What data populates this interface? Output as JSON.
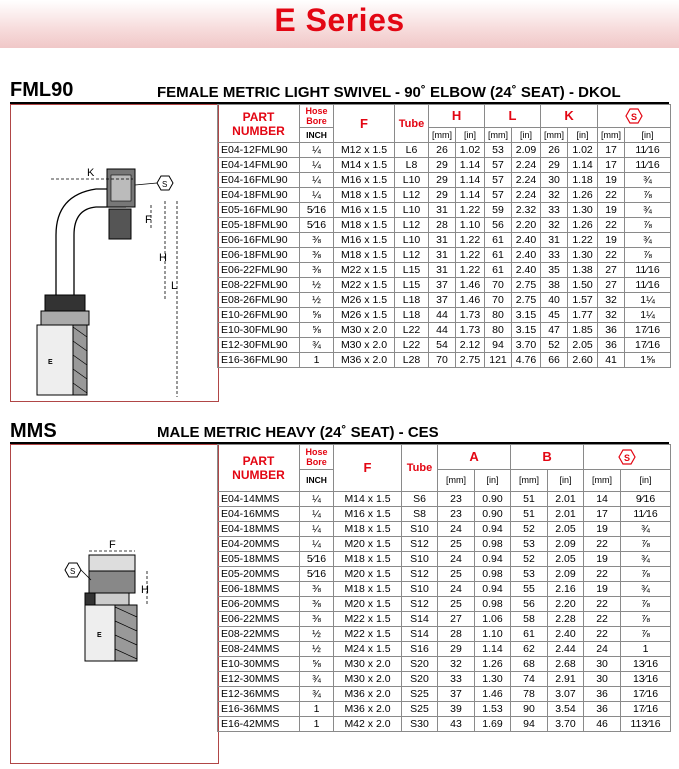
{
  "page": {
    "title": "E Series"
  },
  "fml90": {
    "code": "FML90",
    "description": "FEMALE METRIC LIGHT SWIVEL - 90˚ ELBOW (24˚ SEAT) - DKOL",
    "drawing_labels": {
      "k": "K",
      "f": "F",
      "h": "H",
      "l": "L",
      "hex": "S",
      "logo": "E"
    },
    "headers": {
      "part_number": "PART NUMBER",
      "hose_bore": "Hose Bore",
      "inch": "INCH",
      "f": "F",
      "tube": "Tube",
      "h": "H",
      "l": "L",
      "k": "K",
      "mm": "[mm]",
      "in": "[in]"
    },
    "rows": [
      [
        "E04-12FML90",
        "¼",
        "M12 x 1.5",
        "L6",
        "26",
        "1.02",
        "53",
        "2.09",
        "26",
        "1.02",
        "17",
        "11⁄16"
      ],
      [
        "E04-14FML90",
        "¼",
        "M14 x 1.5",
        "L8",
        "29",
        "1.14",
        "57",
        "2.24",
        "29",
        "1.14",
        "17",
        "11⁄16"
      ],
      [
        "E04-16FML90",
        "¼",
        "M16 x 1.5",
        "L10",
        "29",
        "1.14",
        "57",
        "2.24",
        "30",
        "1.18",
        "19",
        "¾"
      ],
      [
        "E04-18FML90",
        "¼",
        "M18 x 1.5",
        "L12",
        "29",
        "1.14",
        "57",
        "2.24",
        "32",
        "1.26",
        "22",
        "⅞"
      ],
      [
        "E05-16FML90",
        "5⁄16",
        "M16 x 1.5",
        "L10",
        "31",
        "1.22",
        "59",
        "2.32",
        "33",
        "1.30",
        "19",
        "¾"
      ],
      [
        "E05-18FML90",
        "5⁄16",
        "M18 x 1.5",
        "L12",
        "28",
        "1.10",
        "56",
        "2.20",
        "32",
        "1.26",
        "22",
        "⅞"
      ],
      [
        "E06-16FML90",
        "⅜",
        "M16 x 1.5",
        "L10",
        "31",
        "1.22",
        "61",
        "2.40",
        "31",
        "1.22",
        "19",
        "¾"
      ],
      [
        "E06-18FML90",
        "⅜",
        "M18 x 1.5",
        "L12",
        "31",
        "1.22",
        "61",
        "2.40",
        "33",
        "1.30",
        "22",
        "⅞"
      ],
      [
        "E06-22FML90",
        "⅜",
        "M22 x 1.5",
        "L15",
        "31",
        "1.22",
        "61",
        "2.40",
        "35",
        "1.38",
        "27",
        "11⁄16"
      ],
      [
        "E08-22FML90",
        "½",
        "M22 x 1.5",
        "L15",
        "37",
        "1.46",
        "70",
        "2.75",
        "38",
        "1.50",
        "27",
        "11⁄16"
      ],
      [
        "E08-26FML90",
        "½",
        "M26 x 1.5",
        "L18",
        "37",
        "1.46",
        "70",
        "2.75",
        "40",
        "1.57",
        "32",
        "1¼"
      ],
      [
        "E10-26FML90",
        "⅝",
        "M26 x 1.5",
        "L18",
        "44",
        "1.73",
        "80",
        "3.15",
        "45",
        "1.77",
        "32",
        "1¼"
      ],
      [
        "E10-30FML90",
        "⅝",
        "M30 x 2.0",
        "L22",
        "44",
        "1.73",
        "80",
        "3.15",
        "47",
        "1.85",
        "36",
        "17⁄16"
      ],
      [
        "E12-30FML90",
        "¾",
        "M30 x 2.0",
        "L22",
        "54",
        "2.12",
        "94",
        "3.70",
        "52",
        "2.05",
        "36",
        "17⁄16"
      ],
      [
        "E16-36FML90",
        "1",
        "M36 x 2.0",
        "L28",
        "70",
        "2.75",
        "121",
        "4.76",
        "66",
        "2.60",
        "41",
        "1⅝"
      ]
    ]
  },
  "mms": {
    "code": "MMS",
    "description": "MALE METRIC HEAVY (24˚ SEAT) - CES",
    "drawing_labels": {
      "f": "F",
      "h": "H",
      "hex": "S",
      "logo": "E"
    },
    "headers": {
      "part_number": "PART NUMBER",
      "hose_bore": "Hose Bore",
      "inch": "INCH",
      "f": "F",
      "tube": "Tube",
      "a": "A",
      "b": "B",
      "mm": "[mm]",
      "in": "[in]"
    },
    "rows": [
      [
        "E04-14MMS",
        "¼",
        "M14 x 1.5",
        "S6",
        "23",
        "0.90",
        "51",
        "2.01",
        "14",
        "9⁄16"
      ],
      [
        "E04-16MMS",
        "¼",
        "M16 x 1.5",
        "S8",
        "23",
        "0.90",
        "51",
        "2.01",
        "17",
        "11⁄16"
      ],
      [
        "E04-18MMS",
        "¼",
        "M18 x 1.5",
        "S10",
        "24",
        "0.94",
        "52",
        "2.05",
        "19",
        "¾"
      ],
      [
        "E04-20MMS",
        "¼",
        "M20 x 1.5",
        "S12",
        "25",
        "0.98",
        "53",
        "2.09",
        "22",
        "⅞"
      ],
      [
        "E05-18MMS",
        "5⁄16",
        "M18 x 1.5",
        "S10",
        "24",
        "0.94",
        "52",
        "2.05",
        "19",
        "¾"
      ],
      [
        "E05-20MMS",
        "5⁄16",
        "M20 x 1.5",
        "S12",
        "25",
        "0.98",
        "53",
        "2.09",
        "22",
        "⅞"
      ],
      [
        "E06-18MMS",
        "⅜",
        "M18 x 1.5",
        "S10",
        "24",
        "0.94",
        "55",
        "2.16",
        "19",
        "¾"
      ],
      [
        "E06-20MMS",
        "⅜",
        "M20 x 1.5",
        "S12",
        "25",
        "0.98",
        "56",
        "2.20",
        "22",
        "⅞"
      ],
      [
        "E06-22MMS",
        "⅜",
        "M22 x 1.5",
        "S14",
        "27",
        "1.06",
        "58",
        "2.28",
        "22",
        "⅞"
      ],
      [
        "E08-22MMS",
        "½",
        "M22 x 1.5",
        "S14",
        "28",
        "1.10",
        "61",
        "2.40",
        "22",
        "⅞"
      ],
      [
        "E08-24MMS",
        "½",
        "M24 x 1.5",
        "S16",
        "29",
        "1.14",
        "62",
        "2.44",
        "24",
        "1"
      ],
      [
        "E10-30MMS",
        "⅝",
        "M30 x 2.0",
        "S20",
        "32",
        "1.26",
        "68",
        "2.68",
        "30",
        "13⁄16"
      ],
      [
        "E12-30MMS",
        "¾",
        "M30 x 2.0",
        "S20",
        "33",
        "1.30",
        "74",
        "2.91",
        "30",
        "13⁄16"
      ],
      [
        "E12-36MMS",
        "¾",
        "M36 x 2.0",
        "S25",
        "37",
        "1.46",
        "78",
        "3.07",
        "36",
        "17⁄16"
      ],
      [
        "E16-36MMS",
        "1",
        "M36 x 2.0",
        "S25",
        "39",
        "1.53",
        "90",
        "3.54",
        "36",
        "17⁄16"
      ],
      [
        "E16-42MMS",
        "1",
        "M42 x 2.0",
        "S30",
        "43",
        "1.69",
        "94",
        "3.70",
        "46",
        "113⁄16"
      ]
    ]
  },
  "colors": {
    "brand_red": "#e30613",
    "drawing_border": "#b04646",
    "banner_tint": "#f0c8c8"
  },
  "icons": {
    "hex": "hex-wrench-icon"
  }
}
